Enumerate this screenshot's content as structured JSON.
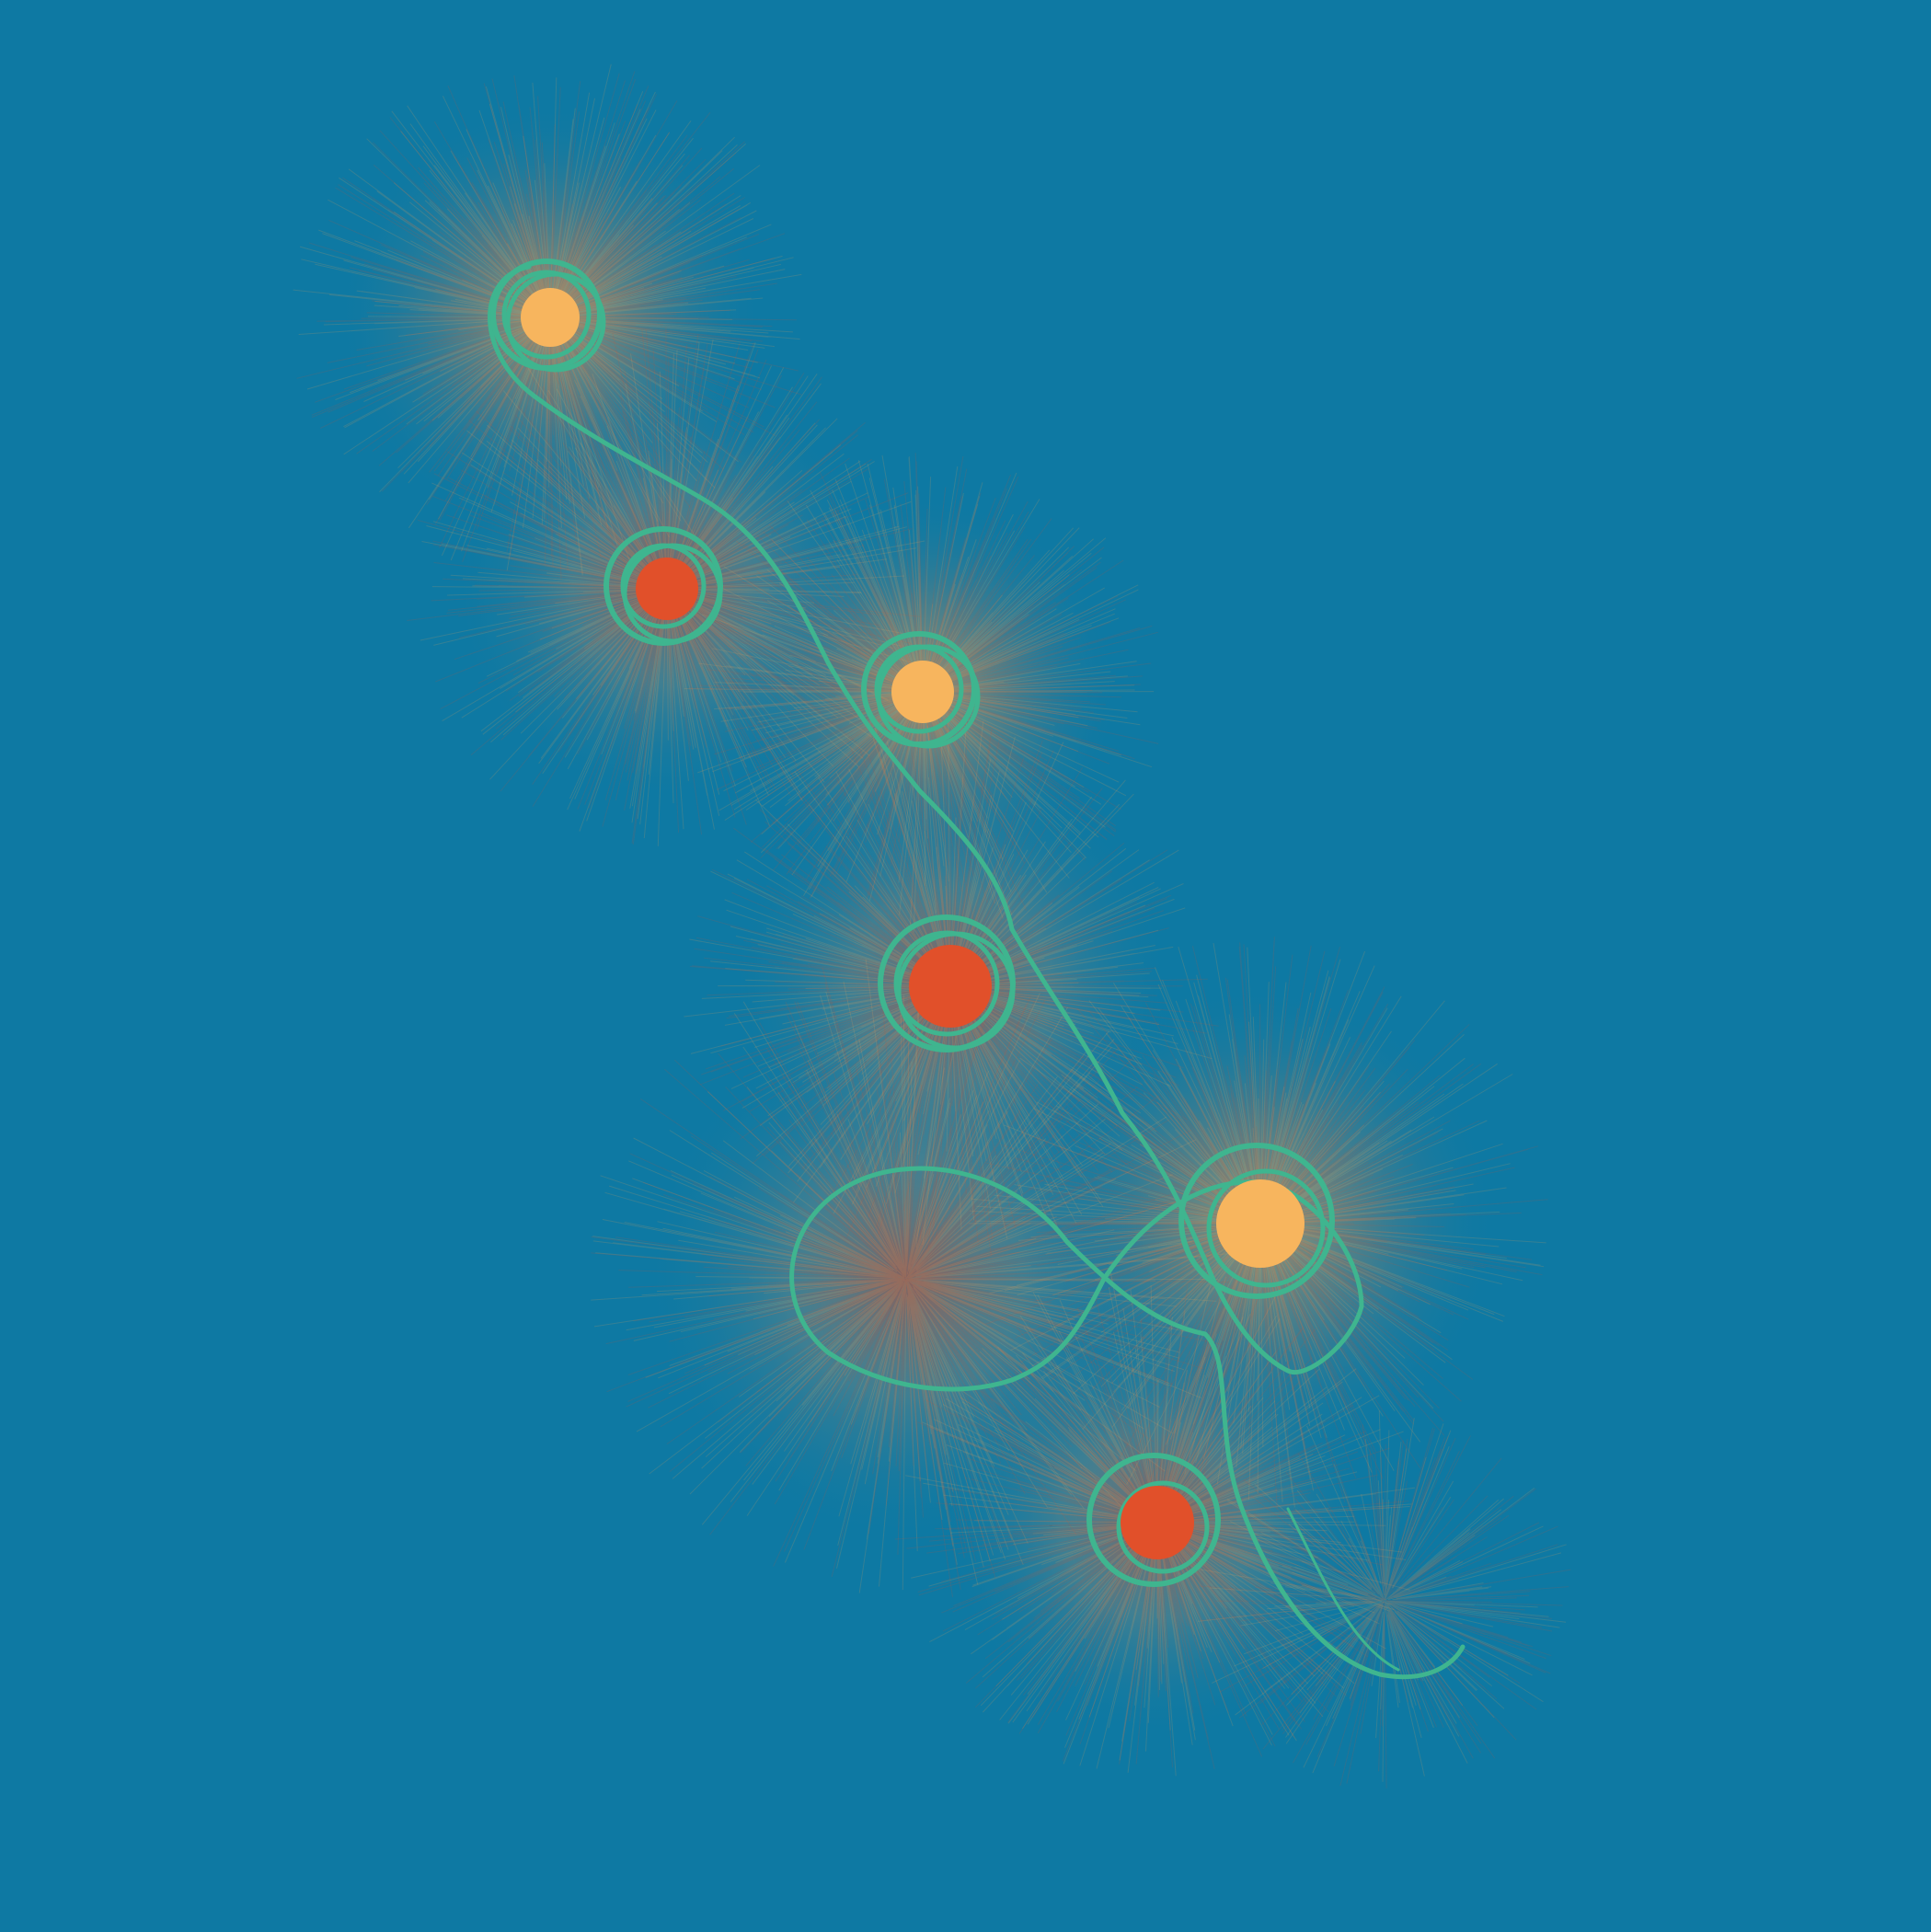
{
  "artwork": {
    "background_color": "#0e79a3",
    "palette": {
      "teal_path": "#3fb58f",
      "orange_red": "#e1502a",
      "golden": "#f7b55e",
      "soft_amber": "#e8a35a"
    },
    "nodes": [
      {
        "name": "node-1",
        "fill": "golden"
      },
      {
        "name": "node-2",
        "fill": "orange_red"
      },
      {
        "name": "node-3",
        "fill": "golden"
      },
      {
        "name": "node-4",
        "fill": "orange_red"
      },
      {
        "name": "node-5",
        "fill": "golden"
      },
      {
        "name": "node-6",
        "fill": "none"
      },
      {
        "name": "node-7",
        "fill": "orange_red"
      }
    ]
  }
}
